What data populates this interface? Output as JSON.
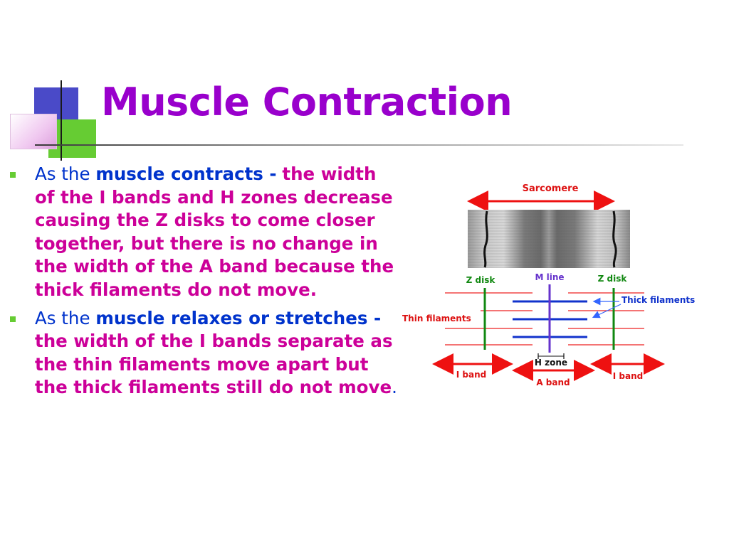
{
  "slide": {
    "title": "Muscle Contraction"
  },
  "bullets": [
    {
      "intro": "As the",
      "emph": "muscle contracts -",
      "body": "the width of the I bands and H zones decrease causing the Z disks to come closer together, but there is no change in the width of the A band because the thick filaments do not move."
    },
    {
      "intro": " As the",
      "emph": "muscle relaxes or stretches -",
      "body": "the width of the I bands separate as the thin filaments move apart but the thick filaments still do not move",
      "tail": "."
    }
  ],
  "diagram": {
    "labels": {
      "sarcomere": "Sarcomere",
      "z_disk_left": "Z disk",
      "m_line": "M line",
      "z_disk_right": "Z disk",
      "thick_filaments": "Thick filaments",
      "thin_filaments": "Thin filaments",
      "h_zone": "H zone",
      "i_band_left": "I band",
      "a_band": "A band",
      "i_band_right": "I band"
    },
    "colors": {
      "arrow": "#ee1111",
      "label_red": "#dd1111",
      "z_disk": "#118811",
      "m_line": "#6633cc",
      "thick": "#1133cc",
      "thin": "#ee2222",
      "callout": "#3366ff"
    },
    "image": {
      "description_icon": "micrograph-image"
    }
  }
}
